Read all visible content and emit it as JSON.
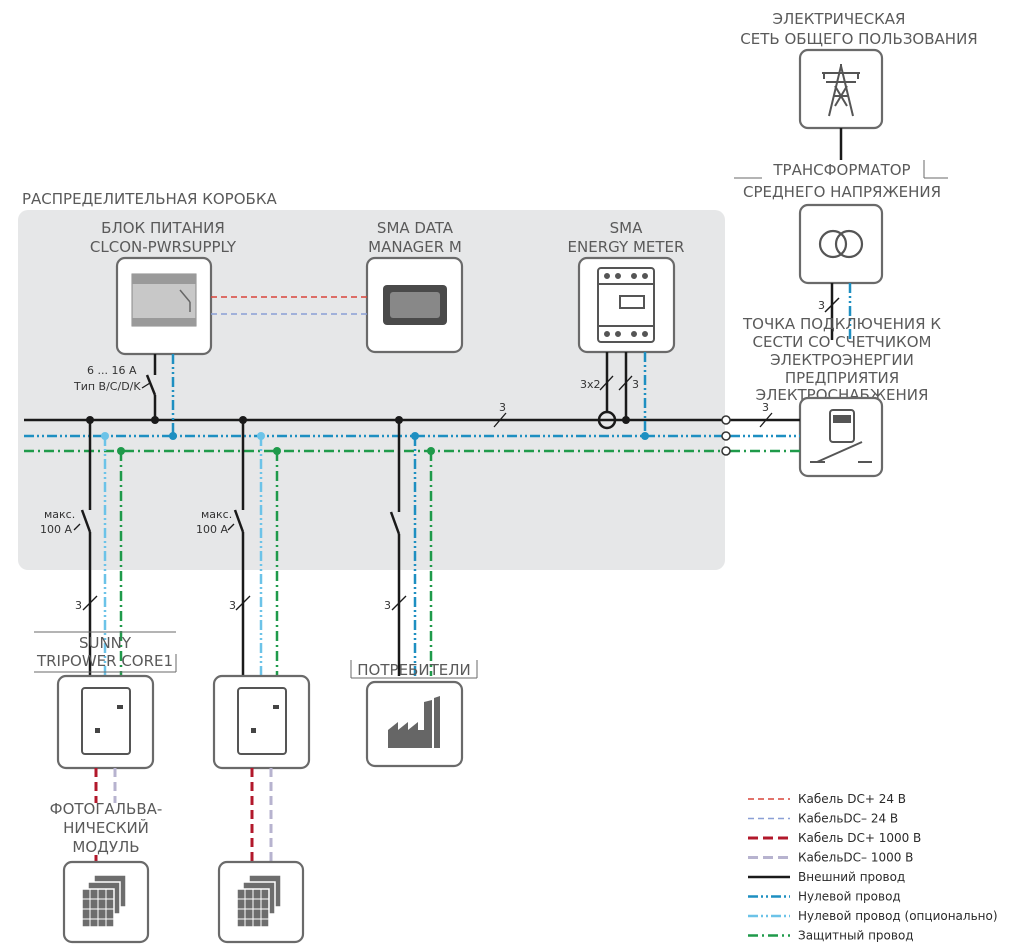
{
  "labels": {
    "grid_line1": "ЭЛЕКТРИЧЕСКАЯ",
    "grid_line2": "СЕТЬ ОБЩЕГО ПОЛЬЗОВАНИЯ",
    "trafo_line1": "ТРАНСФОРМАТОР",
    "trafo_line2": "СРЕДНЕГО НАПРЯЖЕНИЯ",
    "distribution_box": "РАСПРЕДЕЛИТЕЛЬНАЯ КОРОБКА",
    "psu_line1": "БЛОК ПИТАНИЯ",
    "psu_line2": "CLCON-PWRSUPPLY",
    "dm_line1": "SMA DATA",
    "dm_line2": "MANAGER M",
    "em_line1": "SMA",
    "em_line2": "ENERGY METER",
    "poc_line1": "ТОЧКА ПОДКЛЮЧЕНИЯ К",
    "poc_line2": "СЕСТИ СО СЧЕТЧИКОМ",
    "poc_line3": "ЭЛЕКТРОЭНЕРГИИ",
    "poc_line4": "ПРЕДПРИЯТИЯ",
    "poc_line5": "ЭЛЕКТРОСНАБЖЕНИЯ",
    "breaker_psu_line1": "6 ... 16 A",
    "breaker_psu_line2": "Тип B/C/D/K",
    "max_label": "макс.",
    "max_value": "100 A",
    "three": "3",
    "three_x2": "3x2",
    "inverter_line1": "SUNNY",
    "inverter_line2": "TRIPOWER CORE1",
    "consumers": "ПОТРЕБИТЕЛИ",
    "pv_line1": "ФОТОГАЛЬВА-",
    "pv_line2": "НИЧЕСКИЙ",
    "pv_line3": "МОДУЛЬ"
  },
  "legend": [
    {
      "label": "Кабель DC+ 24 В",
      "color": "#d9453a",
      "style": "dc24"
    },
    {
      "label": "КабельDC– 24 В",
      "color": "#8a9fd6",
      "style": "dc24"
    },
    {
      "label": "Кабель DC+ 1000 В",
      "color": "#b2182b",
      "style": "dc1000"
    },
    {
      "label": "КабельDC– 1000 В",
      "color": "#b7b3cf",
      "style": "dc1000"
    },
    {
      "label": "Внешний провод",
      "color": "#1a1a1a",
      "style": "solid"
    },
    {
      "label": "Нулевой провод",
      "color": "#1e8fc1",
      "style": "dashdotdot"
    },
    {
      "label": "Нулевой провод (опционально)",
      "color": "#6cc3e8",
      "style": "dashdotdot"
    },
    {
      "label": "Защитный провод",
      "color": "#1f9a4a",
      "style": "dashdot"
    }
  ],
  "colors": {
    "line": "#1a1a1a",
    "neutral": "#1e8fc1",
    "neutral_optional": "#6cc3e8",
    "protective": "#1f9a4a",
    "dc_plus": "#b2182b",
    "dc_minus": "#b7b3cf",
    "box_fill": "#e6e7e8"
  },
  "icons": [
    "transmission-tower-icon",
    "transformer-icon",
    "power-supply-icon",
    "data-manager-icon",
    "energy-meter-icon",
    "utility-meter-icon",
    "inverter-icon",
    "factory-icon",
    "pv-module-icon"
  ]
}
